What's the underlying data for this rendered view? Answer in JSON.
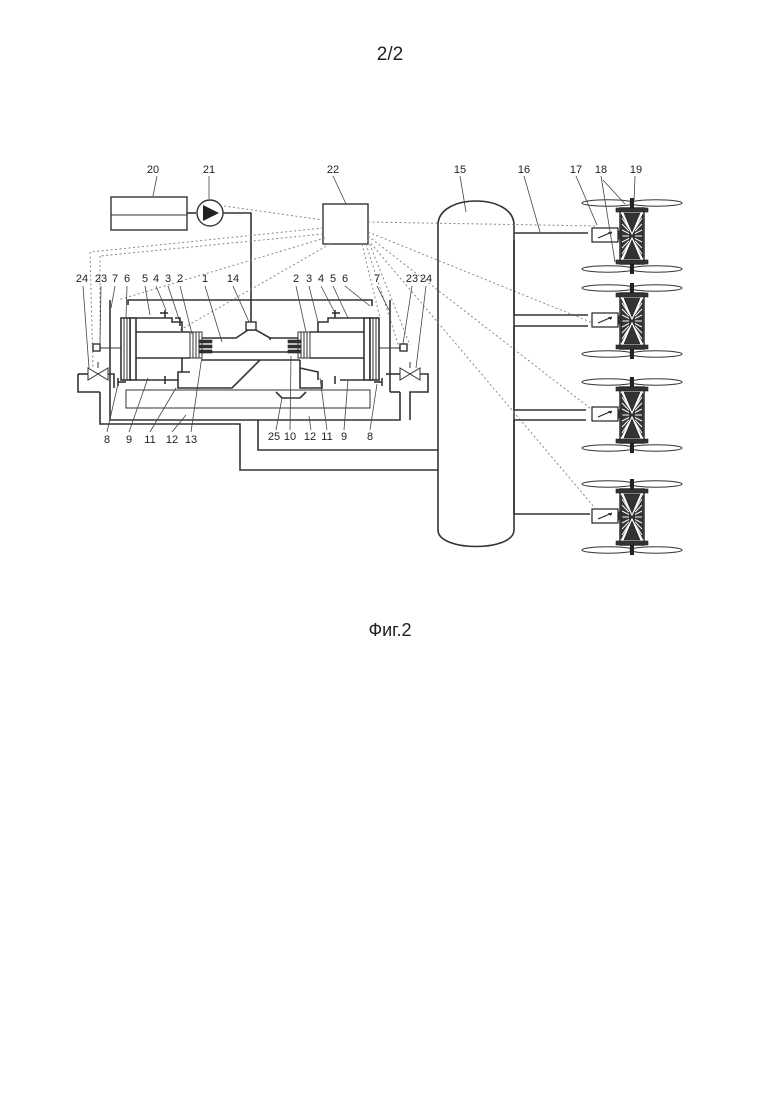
{
  "page_number": "2/2",
  "figure_caption": "Фиг.2",
  "labels": {
    "l20": "20",
    "l21": "21",
    "l22": "22",
    "l15": "15",
    "l16": "16",
    "l17": "17",
    "l18": "18",
    "l19": "19",
    "left_24": "24",
    "left_23": "23",
    "left_7": "7",
    "left_6": "6",
    "left_5": "5",
    "left_4": "4",
    "left_3": "3",
    "left_2": "2",
    "l1": "1",
    "l14": "14",
    "right_2": "2",
    "right_3": "3",
    "right_4": "4",
    "right_5": "5",
    "right_6": "6",
    "right_7": "7",
    "right_23": "23",
    "right_24": "24",
    "left_8": "8",
    "left_9": "9",
    "left_11": "11",
    "left_12": "12",
    "l13": "13",
    "l25": "25",
    "l10": "10",
    "right_12": "12",
    "right_11": "11",
    "right_9": "9",
    "right_8": "8"
  }
}
